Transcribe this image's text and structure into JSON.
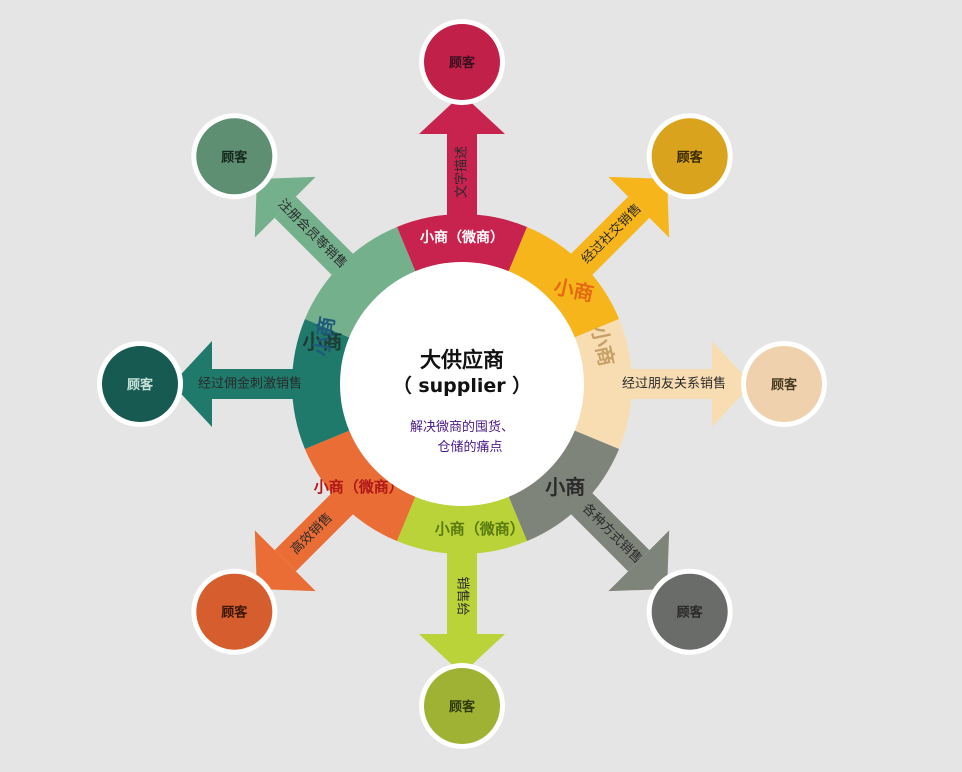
{
  "center": {
    "title": "大供应商",
    "subtitle": "（ supplier ）",
    "desc_line1": "解决微商的囤货、",
    "desc_line2": "仓储的痛点"
  },
  "branches": [
    {
      "segment_label": "小商（微商）",
      "arrow_label": "文字描述",
      "customer": "顾客",
      "segment_color": "#c8234f",
      "customer_color": "#c12048",
      "segment_text_color": "#ffffff",
      "customer_text_color": "#3a1020"
    },
    {
      "segment_label": "小商",
      "arrow_label": "经过社交销售",
      "customer": "顾客",
      "segment_color": "#f6b51b",
      "customer_color": "#d9a31d",
      "segment_text_color": "#e46a12",
      "customer_text_color": "#3a2a00"
    },
    {
      "segment_label": "小商",
      "arrow_label": "经过朋友关系销售",
      "customer": "顾客",
      "segment_color": "#f8ddb3",
      "customer_color": "#efd2ad",
      "segment_text_color": "#c7a068",
      "customer_text_color": "#4a3a22"
    },
    {
      "segment_label": "小商",
      "arrow_label": "各种方式销售",
      "customer": "顾客",
      "segment_color": "#7f847b",
      "customer_color": "#6a6c69",
      "segment_text_color": "#2a2a2a",
      "customer_text_color": "#2a2a2a"
    },
    {
      "segment_label": "小商（微商）",
      "arrow_label": "销售给",
      "customer": "顾客",
      "segment_color": "#b9d338",
      "customer_color": "#a0b233",
      "segment_text_color": "#5a7a10",
      "customer_text_color": "#2e3a08"
    },
    {
      "segment_label": "小商（微商）",
      "arrow_label": "高效销售",
      "customer": "顾客",
      "segment_color": "#ea6d35",
      "customer_color": "#d65e2e",
      "segment_text_color": "#b01818",
      "customer_text_color": "#3a1606"
    },
    {
      "segment_label": "小商",
      "arrow_label": "经过佣金刺激销售",
      "customer": "顾客",
      "segment_color": "#1f7a6c",
      "customer_color": "#175a51",
      "segment_text_color": "#1f3b36",
      "customer_text_color": "#c8e0da"
    },
    {
      "segment_label": "小商",
      "arrow_label": "注册会员等销售",
      "customer": "顾客",
      "segment_color": "#75b08d",
      "customer_color": "#5f8f73",
      "segment_text_color": "#1f5a7a",
      "customer_text_color": "#14281c"
    }
  ]
}
